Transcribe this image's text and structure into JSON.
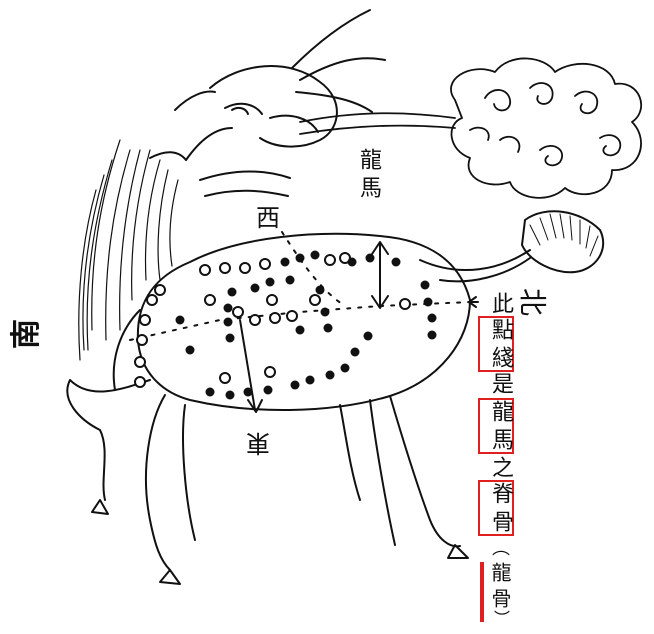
{
  "labels": {
    "south": "南",
    "north": "北",
    "west": "西",
    "east": "東",
    "dragon_horse": "龍馬",
    "side_text": {
      "part1": "此",
      "part2": "點綫",
      "part3": "是",
      "part4": "龍馬",
      "part5": "之",
      "part6": "脊骨",
      "part7": "（",
      "part8": "龍骨",
      "part9": "）"
    }
  },
  "colors": {
    "ink": "#111111",
    "highlight": "#e02020",
    "background": "#ffffff"
  },
  "pattern": {
    "open_dots": 22,
    "filled_dots": 33
  }
}
